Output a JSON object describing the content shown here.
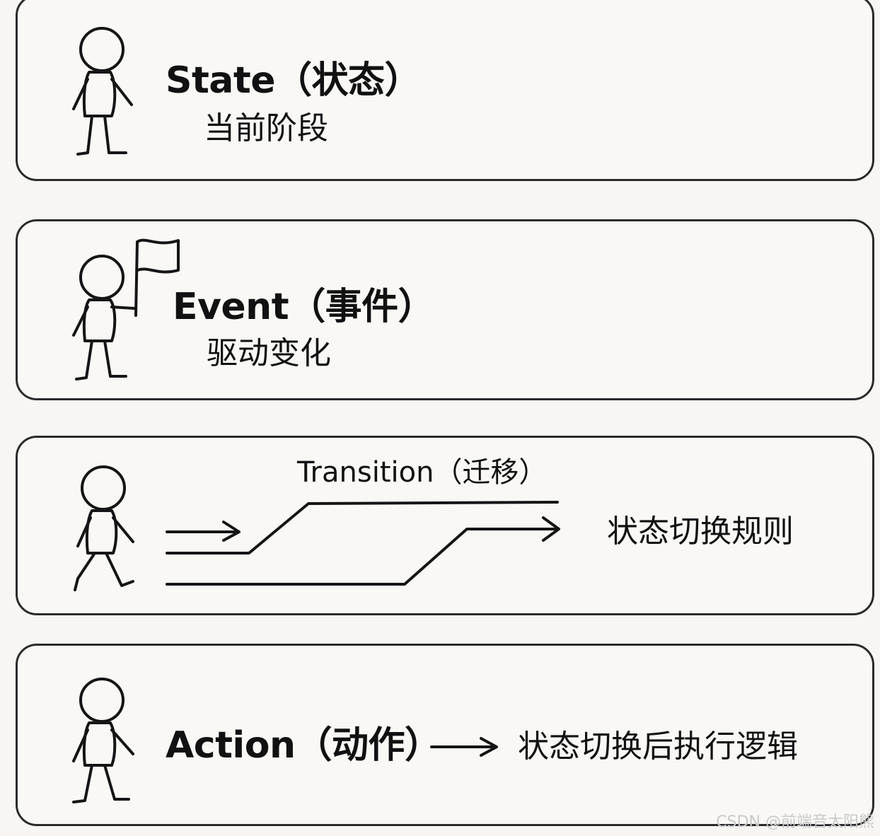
{
  "panels": {
    "state": {
      "title": "State（状态）",
      "subtitle": "当前阶段"
    },
    "event": {
      "title": "Event（事件）",
      "subtitle": "驱动变化"
    },
    "transition": {
      "label": "Transition（迁移）",
      "description": "状态切换规则"
    },
    "action": {
      "title": "Action（动作）",
      "description": "状态切换后执行逻辑"
    }
  },
  "watermark": "CSDN @前端音太阳熊"
}
